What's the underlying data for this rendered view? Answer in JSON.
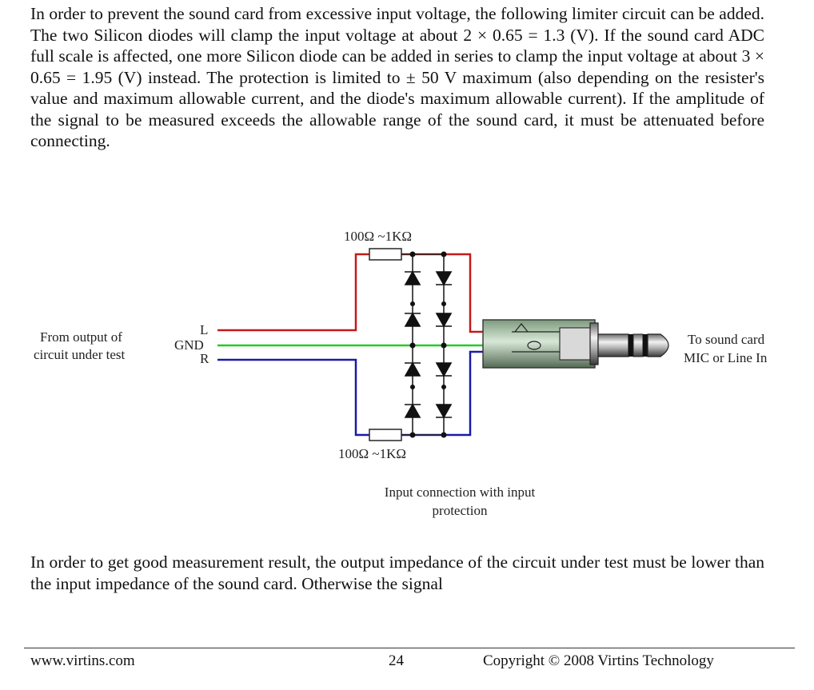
{
  "body": {
    "paragraph1": "In order to prevent the sound card from excessive input voltage, the following limiter circuit can be added. The two Silicon diodes will clamp the input voltage at about 2 × 0.65 = 1.3 (V). If the sound card ADC full scale is affected, one more Silicon diode can be added in series to clamp the input voltage at about 3 × 0.65 = 1.95 (V) instead. The protection is limited to ± 50 V maximum (also depending on the resister's value and maximum allowable current, and the diode's maximum allowable current). If the amplitude of the signal to be measured exceeds the allowable range of the sound card, it must be attenuated before connecting.",
    "paragraph2": "In order to get good measurement result, the output impedance of the circuit under test must be lower than the input impedance of the sound card. Otherwise the signal"
  },
  "figure": {
    "resistor_top_label": "100Ω ~1KΩ",
    "resistor_bottom_label": "100Ω ~1KΩ",
    "source_label_line1": "From output of",
    "source_label_line2": "circuit under test",
    "pin_gnd": "GND",
    "pin_l": "L",
    "pin_r": "R",
    "dest_label_line1": "To sound card",
    "dest_label_line2": "MIC or Line In",
    "caption_line1": "Input connection with input",
    "caption_line2": "protection",
    "wire_colors": {
      "left": "#c41a1a",
      "ground": "#22cc22",
      "right": "#1a1aa8"
    }
  },
  "footer": {
    "website": "www.virtins.com",
    "page_number": "24",
    "copyright": "Copyright © 2008 Virtins Technology"
  }
}
